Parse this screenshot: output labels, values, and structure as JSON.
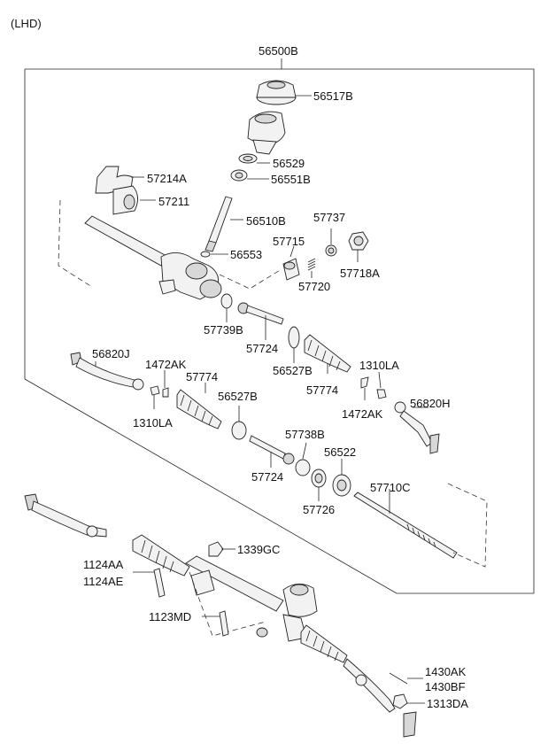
{
  "header": {
    "variant": "(LHD)"
  },
  "assembly_label": "56500B",
  "callouts": {
    "c56517B": "56517B",
    "c56529": "56529",
    "c56551B": "56551B",
    "c57214A": "57214A",
    "c57211": "57211",
    "c56510B": "56510B",
    "c57737": "57737",
    "c57715": "57715",
    "c56553": "56553",
    "c57720": "57720",
    "c57718A": "57718A",
    "c57739B": "57739B",
    "c57724a": "57724",
    "c56820J": "56820J",
    "c56527Ba": "56527B",
    "c1472AKa": "1472AK",
    "c57774a": "57774",
    "c1310LAa": "1310LA",
    "c57774b": "57774",
    "c56527Bb": "56527B",
    "c1310LAb": "1310LA",
    "c1472AKb": "1472AK",
    "c56820H": "56820H",
    "c57738B": "57738B",
    "c56522": "56522",
    "c57724b": "57724",
    "c57726": "57726",
    "c57710C": "57710C",
    "c1339GC": "1339GC",
    "c1124AA": "1124AA",
    "c1124AE": "1124AE",
    "c1123MD": "1123MD",
    "c1430AK": "1430AK",
    "c1430BF": "1430BF",
    "c1313DA": "1313DA"
  }
}
